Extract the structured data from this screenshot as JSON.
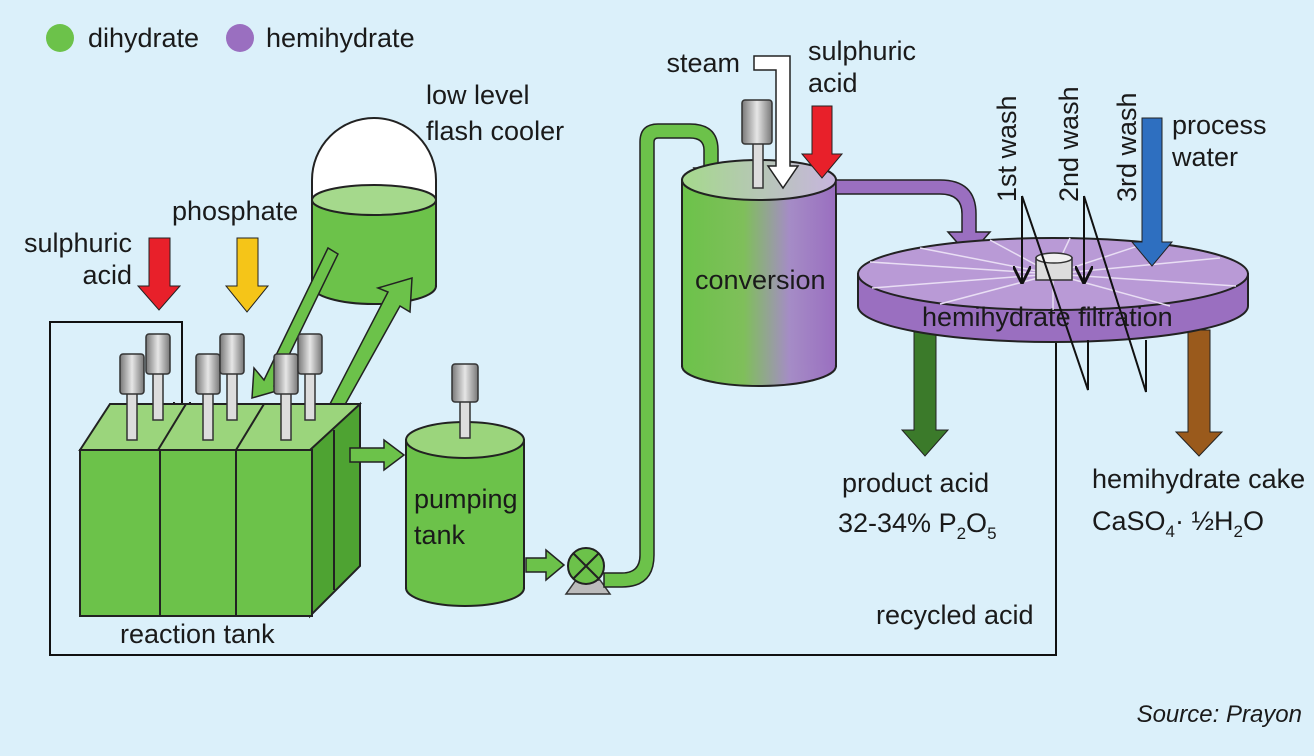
{
  "legend": [
    {
      "label": "dihydrate",
      "color": "#6cc24a"
    },
    {
      "label": "hemihydrate",
      "color": "#9a6fc0"
    }
  ],
  "labels": {
    "low_level_flash_cooler": [
      "low level",
      "flash cooler"
    ],
    "phosphate": "phosphate",
    "sulphuric_acid_left": [
      "sulphuric",
      "acid"
    ],
    "reaction_tank": "reaction tank",
    "pumping_tank": [
      "pumping",
      "tank"
    ],
    "conversion": "conversion",
    "steam": "steam",
    "sulphuric_acid_right": [
      "sulphuric",
      "acid"
    ],
    "wash_1": "1st wash",
    "wash_2": "2nd wash",
    "wash_3": "3rd wash",
    "process_water": [
      "process",
      "water"
    ],
    "hemihydrate_filtration": "hemihydrate filtration",
    "product_acid": "product acid",
    "product_acid_conc": {
      "prefix": "32-34% P",
      "sub1": "2",
      "mid": "O",
      "sub2": "5"
    },
    "hemihydrate_cake": "hemihydrate cake",
    "cake_formula": {
      "p1": "CaSO",
      "s1": "4",
      "p2": "· ½H",
      "s2": "2",
      "p3": "O"
    },
    "recycled_acid": "recycled acid",
    "source": "Source: Prayon"
  },
  "colors": {
    "background": "#dbf0fa",
    "dihydrate_green": "#6cc24a",
    "hemihydrate_purple": "#9a6fc0",
    "sulphuric_acid_red": "#e8202a",
    "phosphate_yellow": "#f5c518",
    "process_water_blue": "#2e6fc0",
    "product_acid_green": "#3b7a2a",
    "cake_brown": "#9a5a1c"
  }
}
